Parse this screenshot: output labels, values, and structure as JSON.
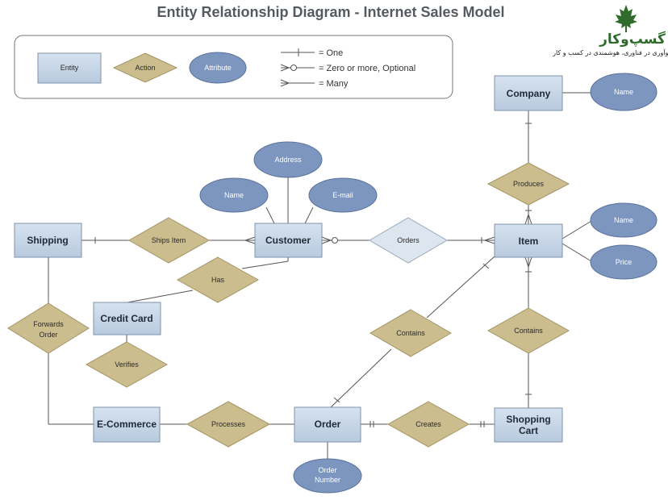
{
  "title": "Entity Relationship Diagram - Internet Sales Model",
  "legend": {
    "entity": "Entity",
    "action": "Action",
    "attribute": "Attribute",
    "one": "= One",
    "zero_or_more": "= Zero or more, Optional",
    "many": "= Many"
  },
  "logo": {
    "subtitle": "نوآوری در فناوری، هوشمندی در کسب و کار",
    "mark_text": "گسپ‌وکار",
    "brand_color": "#2f6b2a",
    "icon": "maple-leaf-icon"
  },
  "entities": {
    "company": "Company",
    "item": "Item",
    "shipping": "Shipping",
    "customer": "Customer",
    "credit_card": "Credit Card",
    "ecommerce": "E-Commerce",
    "order": "Order",
    "shopping_cart": [
      "Shopping",
      "Cart"
    ]
  },
  "actions": {
    "produces": "Produces",
    "ships_item": "Ships Item",
    "orders": "Orders",
    "has": "Has",
    "forwards_order": [
      "Forwards",
      "Order"
    ],
    "contains_left": "Contains",
    "contains_right": "Contains",
    "verifies": "Verifies",
    "processes": "Processes",
    "creates": "Creates"
  },
  "attributes": {
    "company_name": "Name",
    "address": "Address",
    "customer_name": "Name",
    "email": "E-mail",
    "item_name": "Name",
    "price": "Price",
    "order_number": [
      "Order",
      "Number"
    ]
  },
  "colors": {
    "entity_fill": "#c5d5e6",
    "entity_stroke": "#7f93aa",
    "action_fill": "#cbbd8e",
    "action_stroke": "#a39466",
    "attribute_fill": "#7d96bf",
    "attribute_stroke": "#5a729a",
    "orders_fill": "#dde5ef"
  }
}
